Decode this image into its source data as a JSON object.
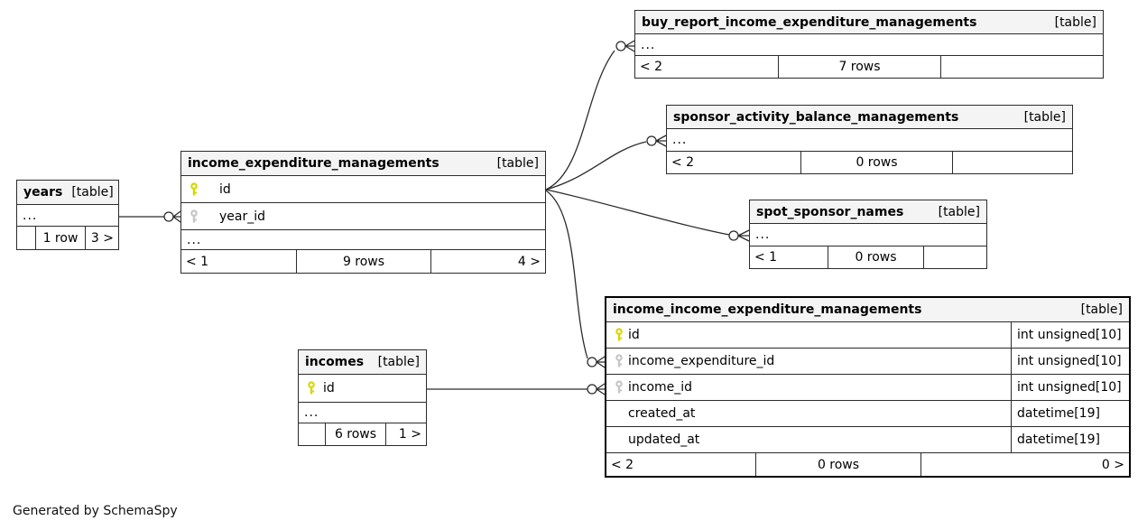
{
  "credit": "Generated by SchemaSpy",
  "tables": {
    "years": {
      "name": "years",
      "badge": "[table]",
      "more": "...",
      "footer": {
        "left": "",
        "center": "1 row",
        "right": "3 >"
      }
    },
    "income_expenditure_managements": {
      "name": "income_expenditure_managements",
      "badge": "[table]",
      "more": "...",
      "columns": [
        {
          "name": "id",
          "key": "primary"
        },
        {
          "name": "year_id",
          "key": "foreign"
        }
      ],
      "footer": {
        "left": "< 1",
        "center": "9 rows",
        "right": "4 >"
      }
    },
    "buy_report_income_expenditure_managements": {
      "name": "buy_report_income_expenditure_managements",
      "badge": "[table]",
      "more": "...",
      "footer": {
        "left": "< 2",
        "center": "7 rows",
        "right": ""
      }
    },
    "sponsor_activity_balance_managements": {
      "name": "sponsor_activity_balance_managements",
      "badge": "[table]",
      "more": "...",
      "footer": {
        "left": "< 2",
        "center": "0 rows",
        "right": ""
      }
    },
    "spot_sponsor_names": {
      "name": "spot_sponsor_names",
      "badge": "[table]",
      "more": "...",
      "footer": {
        "left": "< 1",
        "center": "0 rows",
        "right": ""
      }
    },
    "incomes": {
      "name": "incomes",
      "badge": "[table]",
      "more": "...",
      "columns": [
        {
          "name": "id",
          "key": "primary"
        }
      ],
      "footer": {
        "left": "",
        "center": "6 rows",
        "right": "1 >"
      }
    },
    "income_income_expenditure_managements": {
      "name": "income_income_expenditure_managements",
      "badge": "[table]",
      "columns": [
        {
          "name": "id",
          "key": "primary",
          "type": "int unsigned[10]"
        },
        {
          "name": "income_expenditure_id",
          "key": "foreign",
          "type": "int unsigned[10]"
        },
        {
          "name": "income_id",
          "key": "foreign",
          "type": "int unsigned[10]"
        },
        {
          "name": "created_at",
          "key": "",
          "type": "datetime[19]"
        },
        {
          "name": "updated_at",
          "key": "",
          "type": "datetime[19]"
        }
      ],
      "footer": {
        "left": "< 2",
        "center": "0 rows",
        "right": "0 >"
      }
    }
  },
  "relationships": [
    {
      "from": "years",
      "to": "income_expenditure_managements.year_id",
      "marker": "zero-or-many"
    },
    {
      "from": "income_expenditure_managements.id",
      "to": "buy_report_income_expenditure_managements",
      "marker": "zero-or-many"
    },
    {
      "from": "income_expenditure_managements.id",
      "to": "sponsor_activity_balance_managements",
      "marker": "zero-or-many"
    },
    {
      "from": "income_expenditure_managements.id",
      "to": "spot_sponsor_names",
      "marker": "zero-or-many"
    },
    {
      "from": "income_expenditure_managements.id",
      "to": "income_income_expenditure_managements.income_expenditure_id",
      "marker": "zero-or-many"
    },
    {
      "from": "incomes.id",
      "to": "income_income_expenditure_managements.income_id",
      "marker": "zero-or-many"
    }
  ],
  "colors": {
    "primary_key": "#d6d600",
    "foreign_key": "#c6c6c6",
    "border": "#2b2b2b",
    "header_bg": "#f4f4f4"
  }
}
